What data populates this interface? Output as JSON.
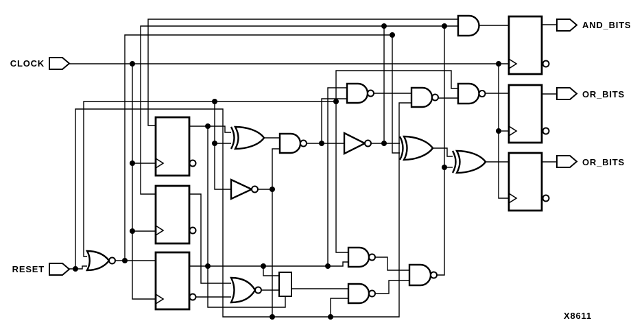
{
  "figure": {
    "kind": "logic-schematic",
    "figure_id": "X8611"
  },
  "labels": {
    "clock": "CLOCK",
    "reset": "RESET",
    "and_bits": "AND_BITS",
    "or_bits_top": "OR_BITS",
    "or_bits_bottom": "OR_BITS",
    "figure_id": "X8611"
  },
  "colors": {
    "line": "#000000",
    "background": "#ffffff"
  },
  "ports": [
    {
      "name": "clock-input-port",
      "direction": "input",
      "label": "CLOCK"
    },
    {
      "name": "reset-input-port",
      "direction": "input",
      "label": "RESET"
    },
    {
      "name": "and-bits-output-port",
      "direction": "output",
      "label": "AND_BITS"
    },
    {
      "name": "or-bits-output-port-1",
      "direction": "output",
      "label": "OR_BITS"
    },
    {
      "name": "or-bits-output-port-2",
      "direction": "output",
      "label": "OR_BITS"
    }
  ],
  "components": [
    {
      "name": "flipflop-a",
      "type": "FD flip-flop"
    },
    {
      "name": "flipflop-b",
      "type": "FD flip-flop"
    },
    {
      "name": "flipflop-c",
      "type": "FD flip-flop"
    },
    {
      "name": "flipflop-1",
      "type": "FD flip-flop"
    },
    {
      "name": "flipflop-2",
      "type": "FD flip-flop"
    },
    {
      "name": "flipflop-3",
      "type": "FD flip-flop"
    },
    {
      "name": "and-gate-top",
      "type": "AND2"
    },
    {
      "name": "nor-gate-reset",
      "type": "NOR2"
    },
    {
      "name": "nor-gate-bottom",
      "type": "NOR2"
    },
    {
      "name": "inverter-left",
      "type": "INV"
    },
    {
      "name": "inverter-mid",
      "type": "INV"
    },
    {
      "name": "xor-gate-left",
      "type": "XOR2"
    },
    {
      "name": "xor-gate-mid",
      "type": "XOR2"
    },
    {
      "name": "xor-gate-right",
      "type": "XOR2"
    },
    {
      "name": "nand-gate-a",
      "type": "NAND2"
    },
    {
      "name": "nand-gate-mid",
      "type": "NAND2"
    },
    {
      "name": "nand-gate-right",
      "type": "NAND2"
    },
    {
      "name": "nand-gate-left",
      "type": "NAND2"
    },
    {
      "name": "nand-gate-bottom-top",
      "type": "NAND2"
    },
    {
      "name": "nand-gate-bottom-low",
      "type": "NAND2"
    },
    {
      "name": "nand-gate-final",
      "type": "NAND2"
    },
    {
      "name": "buffer-box",
      "type": "block"
    }
  ]
}
